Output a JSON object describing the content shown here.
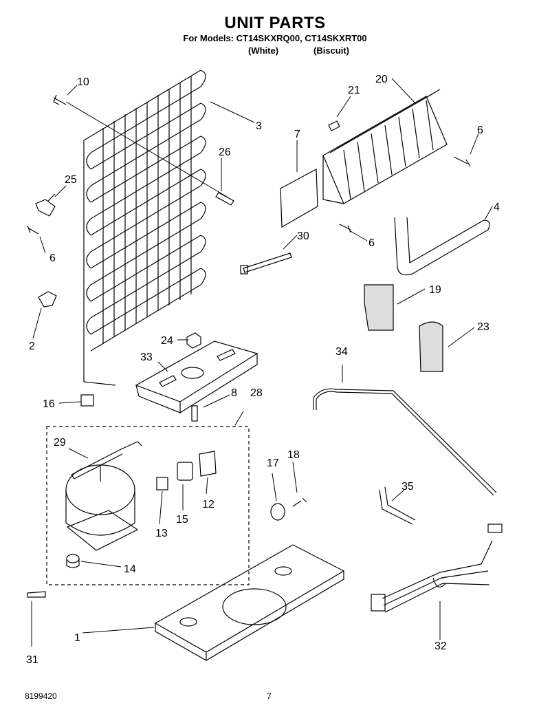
{
  "header": {
    "title": "UNIT PARTS",
    "models_line": "For Models: CT14SKXRQ00, CT14SKXRT00",
    "variant_1": "(White)",
    "variant_2": "(Biscuit)"
  },
  "footer": {
    "doc_number": "8199420",
    "page_number": "7"
  },
  "callouts": [
    "10",
    "3",
    "26",
    "25",
    "6",
    "2",
    "16",
    "24",
    "33",
    "8",
    "28",
    "29",
    "12",
    "15",
    "13",
    "14",
    "1",
    "31",
    "21",
    "20",
    "7",
    "6",
    "6",
    "4",
    "30",
    "19",
    "23",
    "34",
    "17",
    "18",
    "35",
    "32"
  ]
}
